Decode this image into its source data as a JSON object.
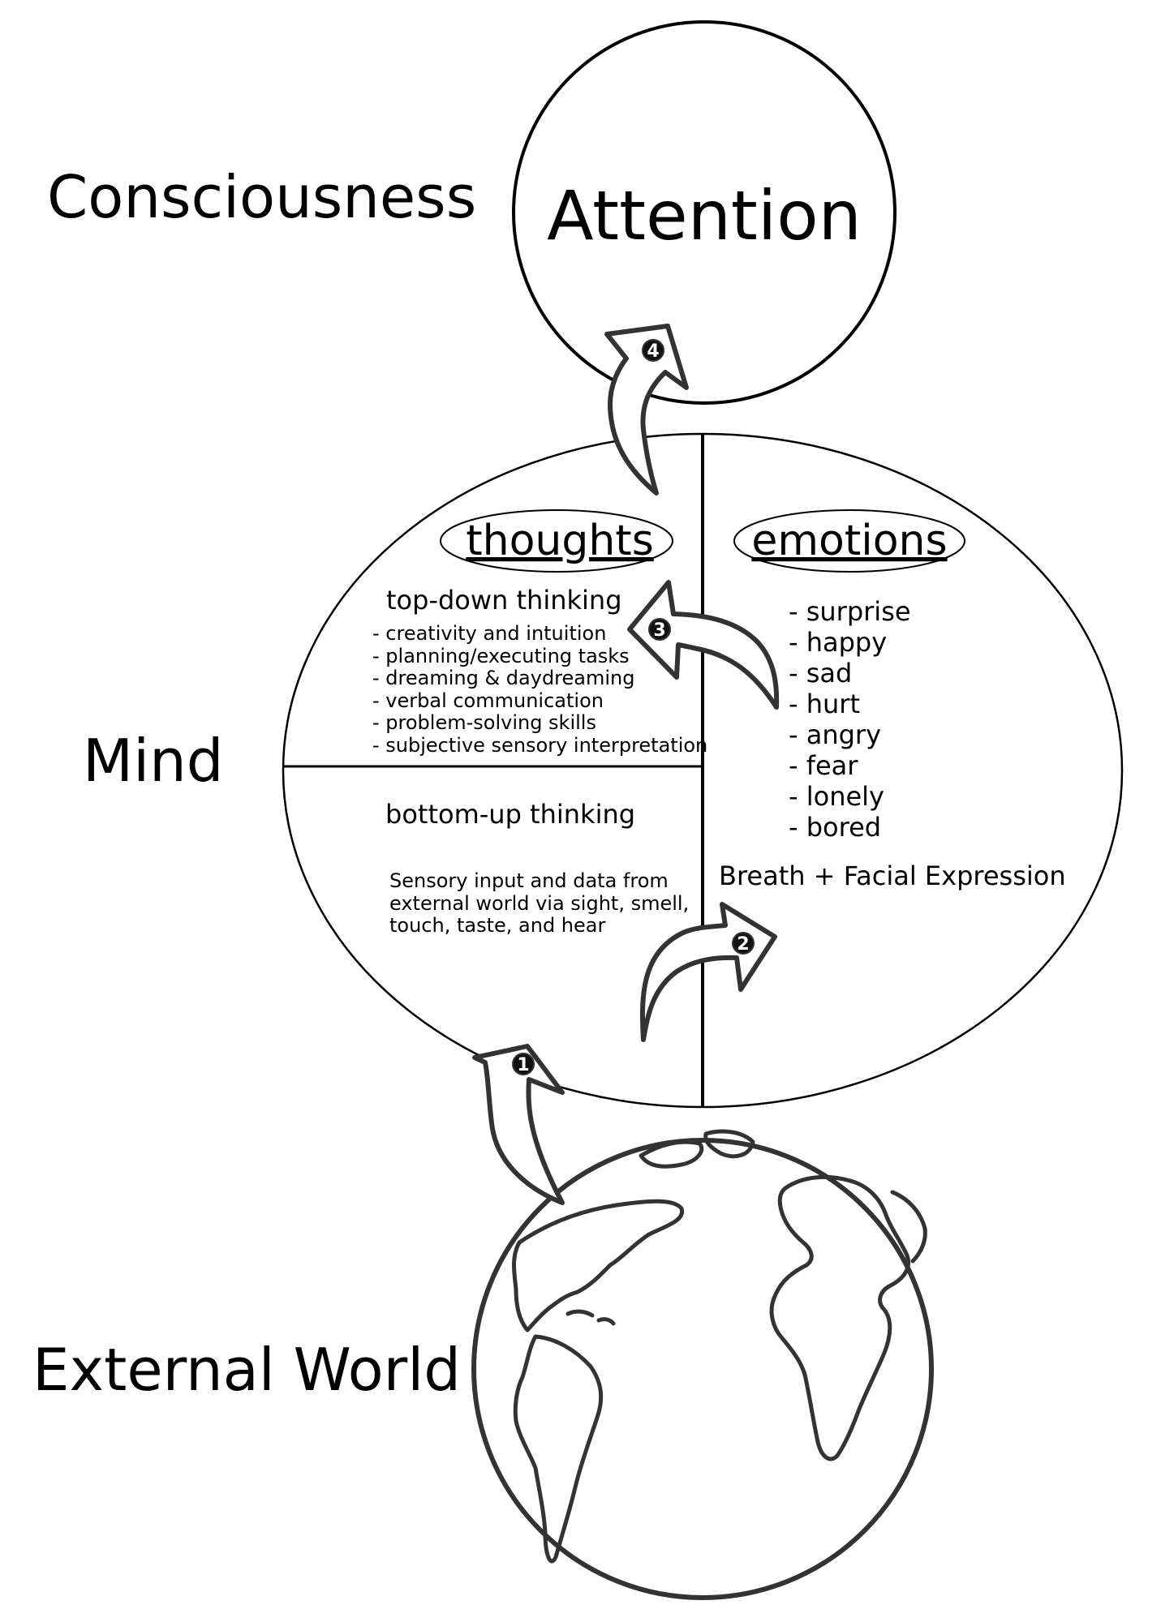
{
  "levels": {
    "consciousness": "Consciousness",
    "mind": "Mind",
    "external_world": "External World"
  },
  "attention": "Attention",
  "thoughts": {
    "header": "thoughts",
    "top_down_title": "top-down thinking",
    "top_down_items": [
      "- creativity and intuition",
      "- planning/executing tasks",
      "- dreaming & daydreaming",
      "- verbal communication",
      "- problem-solving skills",
      "- subjective sensory interpretation"
    ],
    "bottom_up_title": "bottom-up thinking",
    "bottom_up_lines": [
      "Sensory input and data from",
      "external world via sight, smell,",
      "touch, taste, and hear"
    ]
  },
  "emotions": {
    "header": "emotions",
    "items": [
      "- surprise",
      "- happy",
      "- sad",
      "- hurt",
      "- angry",
      "- fear",
      "- lonely",
      "- bored"
    ],
    "breath": "Breath + Facial Expression"
  },
  "arrows": [
    "1",
    "2",
    "3",
    "4"
  ]
}
